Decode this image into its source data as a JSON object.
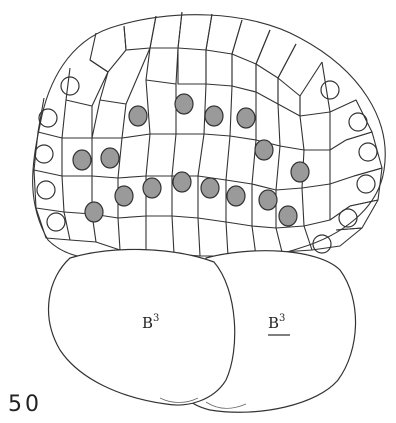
{
  "figure": {
    "number": "50",
    "labels": {
      "blastomere_left": "B",
      "blastomere_left_sup": "3",
      "blastomere_right": "B",
      "blastomere_right_sup": "3"
    }
  }
}
